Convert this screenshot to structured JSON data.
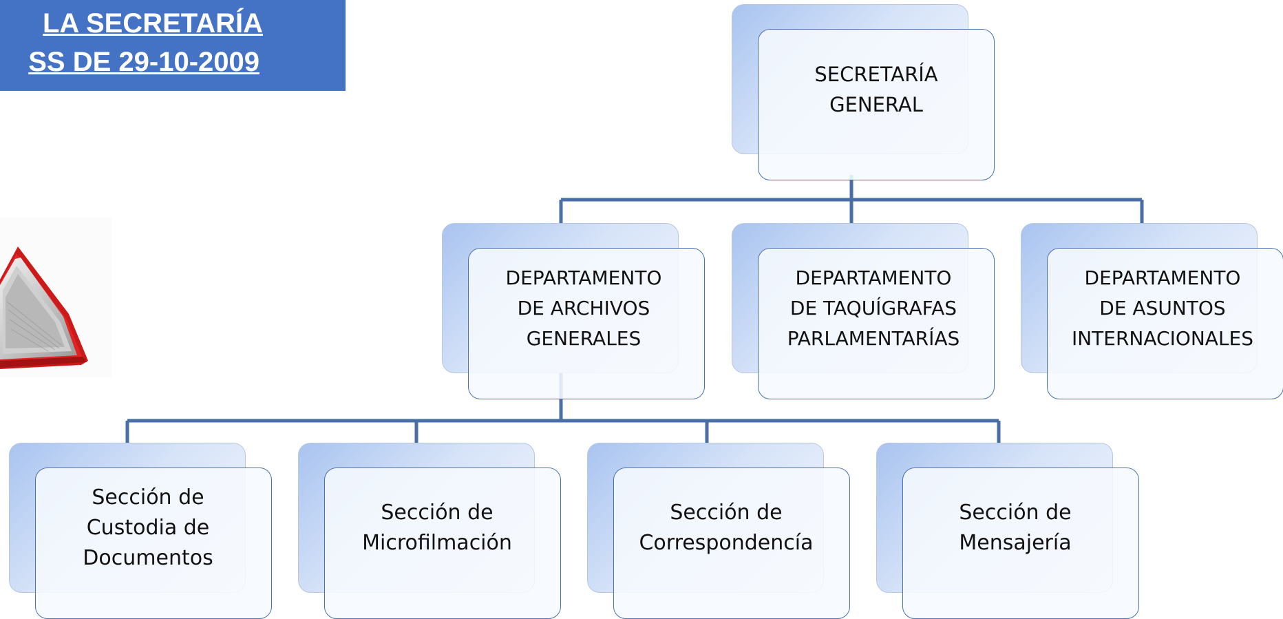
{
  "banner": {
    "line1": "LA SECRETARÍA",
    "line2": "SS DE 29-10-2009",
    "color": "#4472c4"
  },
  "diagram": {
    "root": {
      "label": "SECRETARÍA\nGENERAL"
    },
    "departments": [
      {
        "label": "DEPARTAMENTO\nDE ARCHIVOS\nGENERALES"
      },
      {
        "label": "DEPARTAMENTO\nDE TAQUÍGRAFAS\nPARLAMENTARÍAS"
      },
      {
        "label": "DEPARTAMENTO\nDE ASUNTOS\nINTERNACIONALES"
      }
    ],
    "sections": [
      {
        "label": "Sección de\nCustodia de\nDocumentos"
      },
      {
        "label": "Sección de\nMicrofilmación"
      },
      {
        "label": "Sección de\nCorrespondencía"
      },
      {
        "label": "Sección de\nMensajería"
      }
    ],
    "colors": {
      "connector": "#4a6fa5",
      "node_border": "#4a70b0",
      "node_gradient_start": "#a9c4f0"
    }
  }
}
